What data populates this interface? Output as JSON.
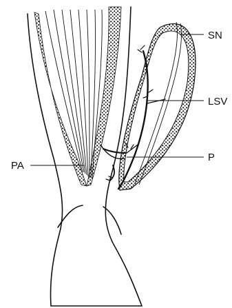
{
  "figure": {
    "labels": {
      "sn": "SN",
      "lsv": "LSV",
      "p": "P",
      "pa": "PA"
    },
    "colors": {
      "ink": "#111111",
      "paper": "#ffffff"
    }
  }
}
